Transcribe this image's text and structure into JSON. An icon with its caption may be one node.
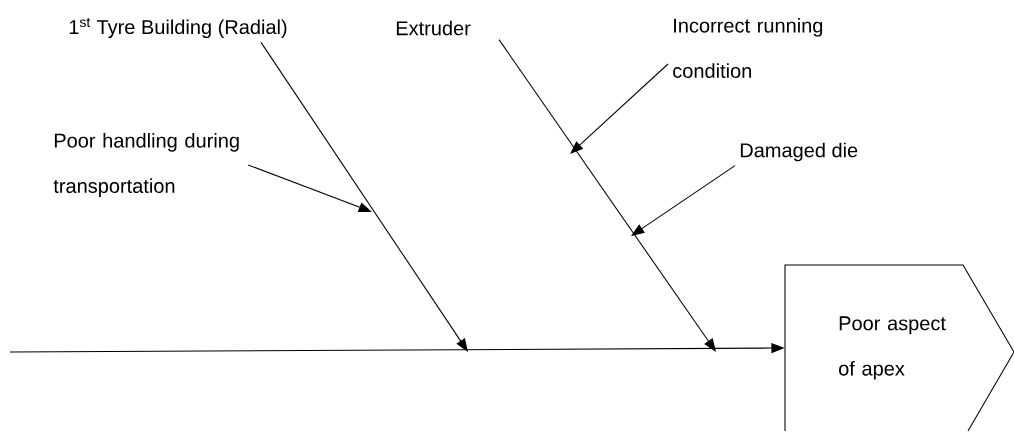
{
  "diagram": {
    "nodes": [
      {
        "text": [
          "1$^{st}$ Tyre Building (Radial)"
        ]
      },
      {
        "text": [
          "Extruder"
        ]
      },
      {
        "text": [
          "Poor handling during transportation"
        ]
      },
      {
        "text": [
          "Incorrect running condition"
        ]
      },
      {
        "text": [
          "Damaged die"
        ]
      },
      {
        "text": [
          "Poor aspect of apex"
        ]
      }
    ],
    "edges": [
      {
        "from": null,
        "to": 5,
        "arrow": "to"
      },
      {
        "from": 0,
        "to": null,
        "arrow": "to"
      },
      {
        "from": 1,
        "to": null,
        "arrow": "to"
      },
      {
        "from": 2,
        "to": null,
        "arrow": "to"
      },
      {
        "from": 3,
        "to": null,
        "arrow": "to"
      },
      {
        "from": 4,
        "to": null,
        "arrow": "to"
      }
    ]
  }
}
